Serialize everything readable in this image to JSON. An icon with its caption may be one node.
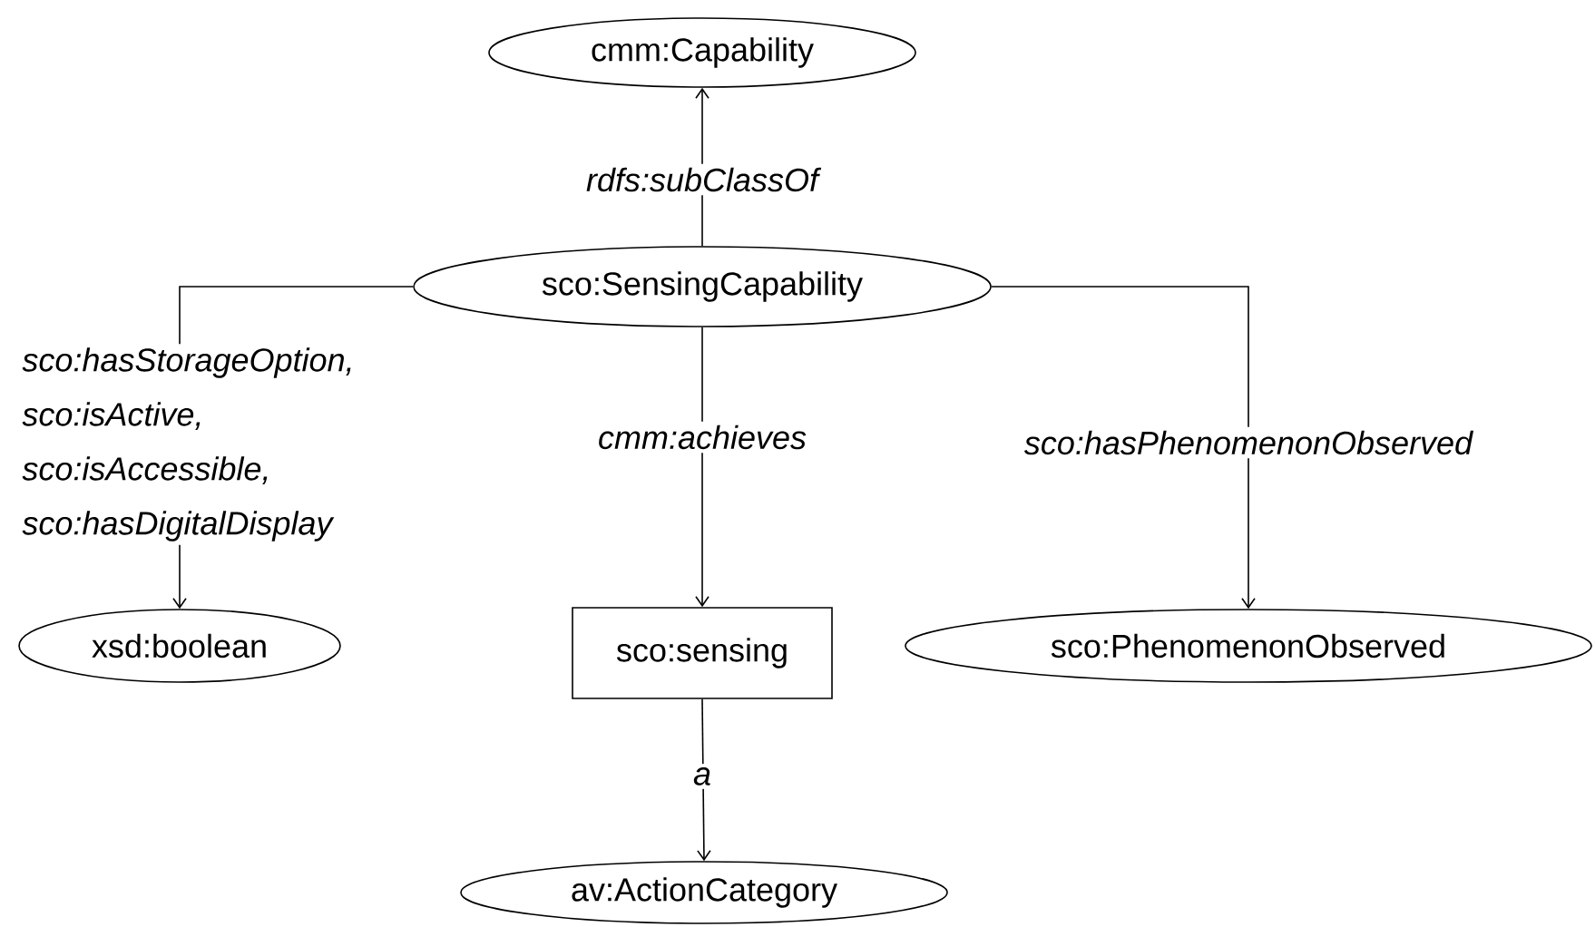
{
  "diagram": {
    "nodes": [
      {
        "text": [
          "cmm:Capability"
        ]
      },
      {
        "text": [
          "sco:SensingCapability"
        ]
      },
      {
        "text": [
          "xsd:boolean"
        ]
      },
      {
        "text": [
          "sco:sensing"
        ]
      },
      {
        "text": [
          "sco:PhenomenonObserved"
        ]
      },
      {
        "text": [
          "av:ActionCategory"
        ]
      }
    ],
    "edges": [
      {
        "from": 1,
        "to": 0,
        "arrow": "to",
        "label": "rdfs:subClassOf"
      },
      {
        "from": 1,
        "to": 2,
        "arrow": "to",
        "label": "sco:hasStorageOption, sco:isActive, sco:isAccessible, sco:hasDigitalDisplay"
      },
      {
        "from": 1,
        "to": 3,
        "arrow": "to",
        "label": "cmm:achieves"
      },
      {
        "from": 1,
        "to": 4,
        "arrow": "to",
        "label": "sco:hasPhenomenonObserved"
      },
      {
        "from": 3,
        "to": 5,
        "arrow": "to",
        "label": "a"
      }
    ]
  }
}
